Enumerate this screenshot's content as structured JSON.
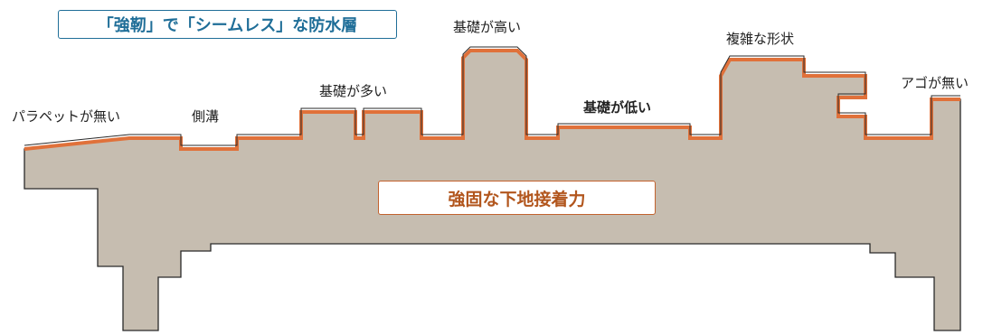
{
  "title": "「強靭」で「シームレス」な防水層",
  "center_label": "強固な下地接着力",
  "labels": {
    "no_parapet": "パラペットが無い",
    "side_ditch": "側溝",
    "many_bases": "基礎が多い",
    "high_base": "基礎が高い",
    "low_base": "基礎が低い",
    "complex_shape": "複雑な形状",
    "no_chin": "アゴが無い"
  },
  "colors": {
    "concrete": "#c6bdb0",
    "outline": "#2a2a2a",
    "waterproof_layer": "#e0713a",
    "title_accent": "#1f6e98",
    "center_accent": "#c2622e"
  }
}
